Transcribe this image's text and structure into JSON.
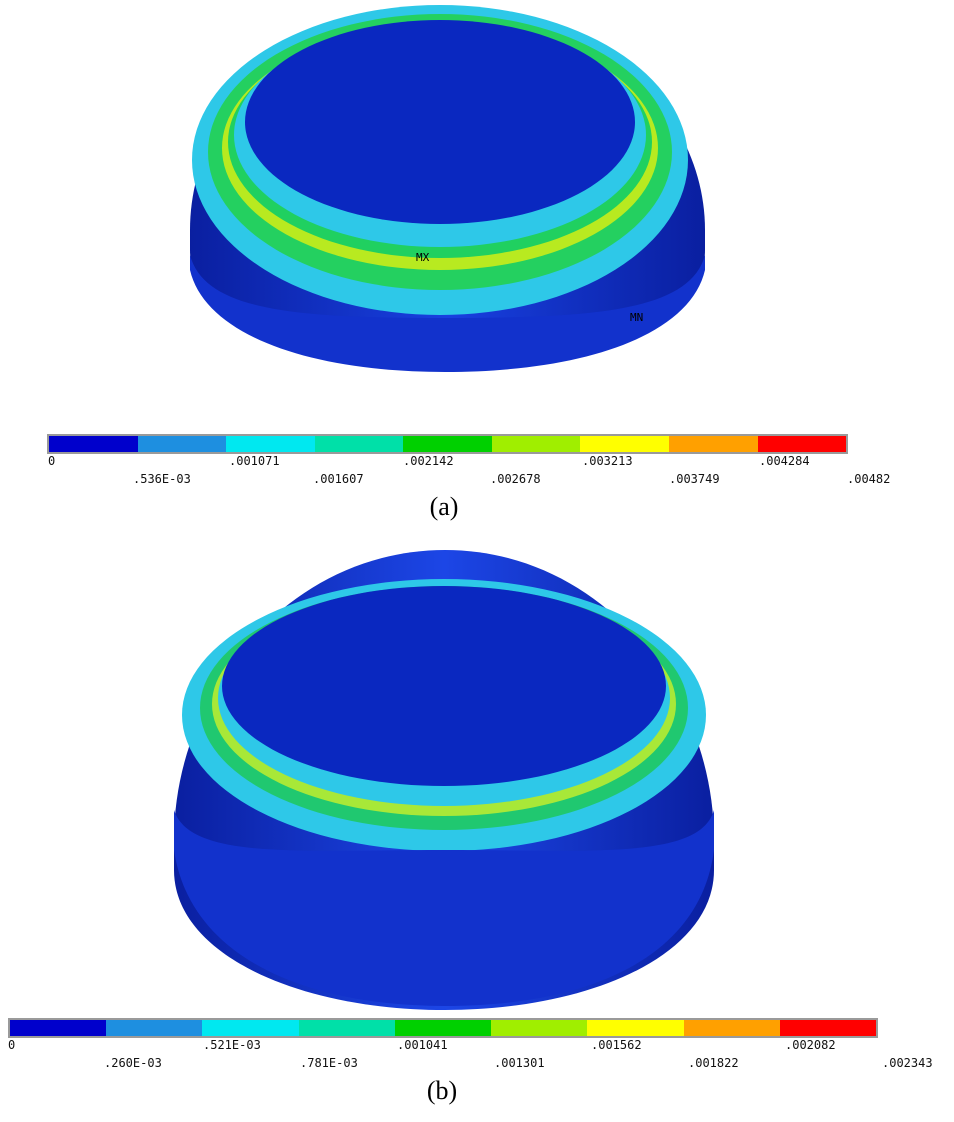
{
  "figures": [
    {
      "id": "a",
      "caption": "(a)",
      "markers": {
        "max": "MX",
        "min": "MN"
      },
      "legend_labels_top": [
        "0",
        ".001071",
        ".002142",
        ".003213",
        ".004284"
      ],
      "legend_labels_bottom": [
        ".536E-03",
        ".001607",
        ".002678",
        ".003749",
        ".00482"
      ]
    },
    {
      "id": "b",
      "caption": "(b)",
      "legend_labels_top": [
        "0",
        ".521E-03",
        ".001041",
        ".001562",
        ".002082"
      ],
      "legend_labels_bottom": [
        ".260E-03",
        ".781E-03",
        ".001301",
        ".001822",
        ".002343"
      ]
    }
  ],
  "legend_colors": [
    "#0000cc",
    "#1e8fe0",
    "#00e8f0",
    "#00e0a8",
    "#00d000",
    "#a0ee00",
    "#ffff00",
    "#ffa000",
    "#ff0000"
  ],
  "colors": {
    "dome_body": "#1432c8",
    "dome_top": "#0a28c0",
    "band_cyan": "#2ec8e8",
    "band_green": "#20d860",
    "band_lime": "#b8f000"
  }
}
